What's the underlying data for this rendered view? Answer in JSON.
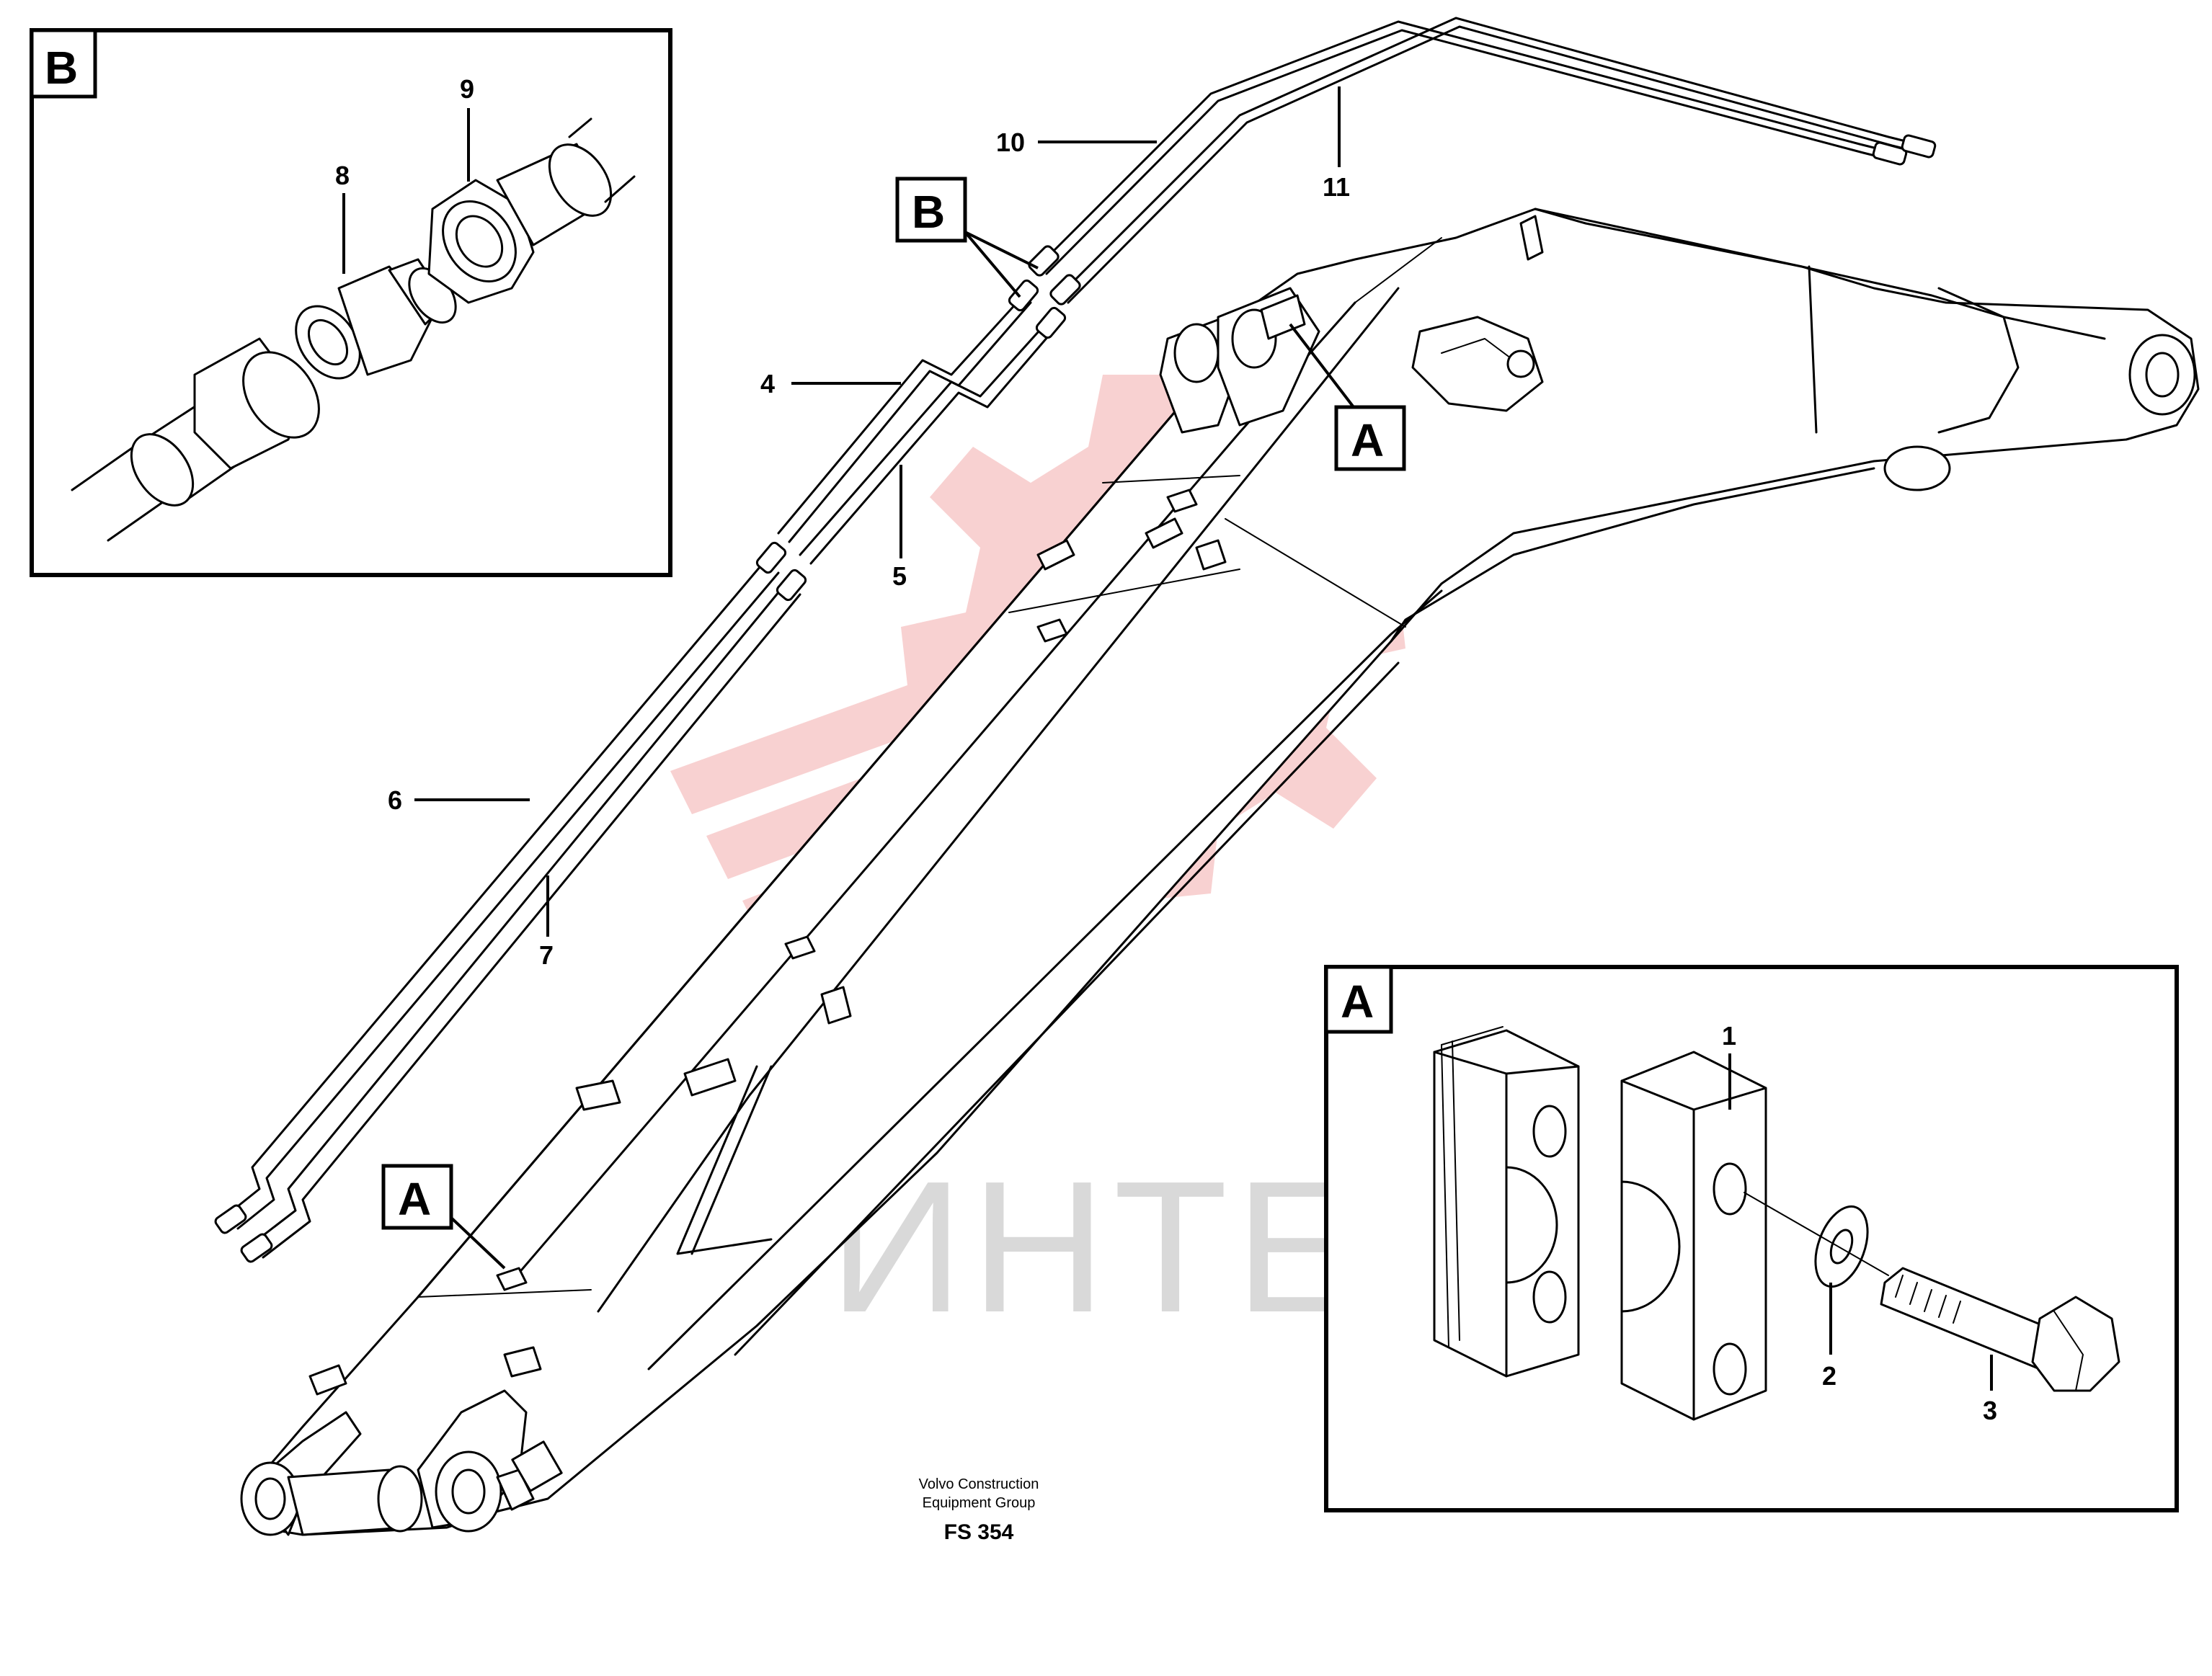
{
  "watermark": {
    "text": "ИНТЕХ",
    "gear_color": "#f7c9c9",
    "text_color": "#d9d9d9"
  },
  "detail_b": {
    "tag": "B",
    "labels": [
      "8",
      "9"
    ]
  },
  "detail_a": {
    "tag": "A",
    "labels": [
      "1",
      "2",
      "3"
    ]
  },
  "callouts": {
    "tag_b": "B",
    "tag_a_upper": "A",
    "tag_a_lower": "A",
    "pipe_labels": [
      "4",
      "5",
      "6",
      "7",
      "10",
      "11"
    ]
  },
  "footer": {
    "line1": "Volvo Construction",
    "line2": "Equipment Group",
    "code": "FS 354"
  }
}
